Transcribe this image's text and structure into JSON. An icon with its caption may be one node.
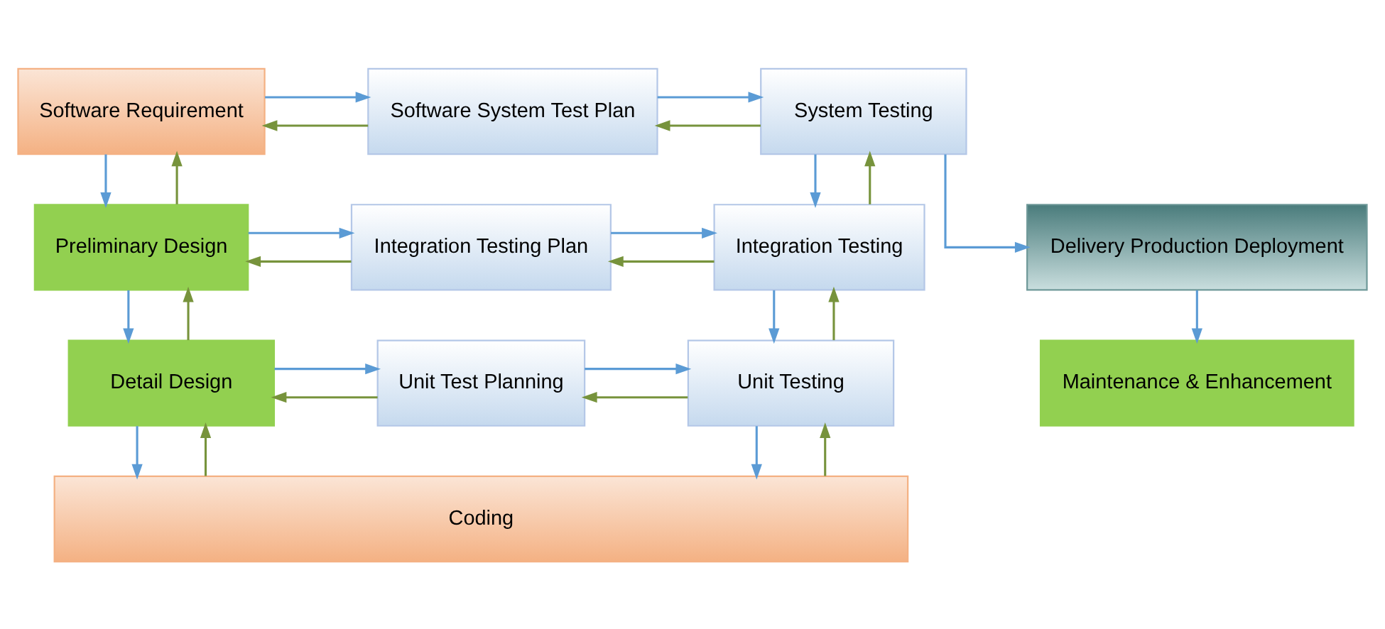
{
  "diagram": {
    "nodes": [
      {
        "text": [
          "Software Requirement"
        ]
      },
      {
        "text": [
          "Software System Test Plan"
        ]
      },
      {
        "text": [
          "System Testing"
        ]
      },
      {
        "text": [
          "Preliminary Design"
        ]
      },
      {
        "text": [
          "Integration Testing Plan"
        ]
      },
      {
        "text": [
          "Integration Testing"
        ]
      },
      {
        "text": [
          "Delivery Production Deployment"
        ]
      },
      {
        "text": [
          "Detail Design"
        ]
      },
      {
        "text": [
          "Unit Test Planning"
        ]
      },
      {
        "text": [
          "Unit Testing"
        ]
      },
      {
        "text": [
          "Maintenance & Enhancement"
        ]
      },
      {
        "text": [
          "Coding"
        ]
      }
    ],
    "edges": [
      {
        "from": 0,
        "to": 1,
        "arrow": "to"
      },
      {
        "from": 1,
        "to": 0,
        "arrow": "to",
        "color": "#77933c"
      },
      {
        "from": 1,
        "to": 2,
        "arrow": "to"
      },
      {
        "from": 2,
        "to": 1,
        "arrow": "to",
        "color": "#77933c"
      },
      {
        "from": 0,
        "to": 3,
        "arrow": "to"
      },
      {
        "from": 3,
        "to": 0,
        "arrow": "to",
        "color": "#77933c"
      },
      {
        "from": 2,
        "to": 5,
        "arrow": "to"
      },
      {
        "from": 5,
        "to": 2,
        "arrow": "to",
        "color": "#77933c"
      },
      {
        "from": 2,
        "to": 6,
        "arrow": "to"
      },
      {
        "from": 3,
        "to": 4,
        "arrow": "to"
      },
      {
        "from": 4,
        "to": 3,
        "arrow": "to",
        "color": "#77933c"
      },
      {
        "from": 4,
        "to": 5,
        "arrow": "to"
      },
      {
        "from": 5,
        "to": 4,
        "arrow": "to",
        "color": "#77933c"
      },
      {
        "from": 3,
        "to": 7,
        "arrow": "to"
      },
      {
        "from": 7,
        "to": 3,
        "arrow": "to",
        "color": "#77933c"
      },
      {
        "from": 5,
        "to": 9,
        "arrow": "to"
      },
      {
        "from": 9,
        "to": 5,
        "arrow": "to",
        "color": "#77933c"
      },
      {
        "from": 6,
        "to": 10,
        "arrow": "to"
      },
      {
        "from": 7,
        "to": 8,
        "arrow": "to"
      },
      {
        "from": 8,
        "to": 7,
        "arrow": "to",
        "color": "#77933c"
      },
      {
        "from": 8,
        "to": 9,
        "arrow": "to"
      },
      {
        "from": 9,
        "to": 8,
        "arrow": "to",
        "color": "#77933c"
      },
      {
        "from": 7,
        "to": 11,
        "arrow": "to"
      },
      {
        "from": 11,
        "to": 7,
        "arrow": "to",
        "color": "#77933c"
      },
      {
        "from": 9,
        "to": 11,
        "arrow": "to"
      },
      {
        "from": 11,
        "to": 9,
        "arrow": "to",
        "color": "#77933c"
      }
    ]
  }
}
